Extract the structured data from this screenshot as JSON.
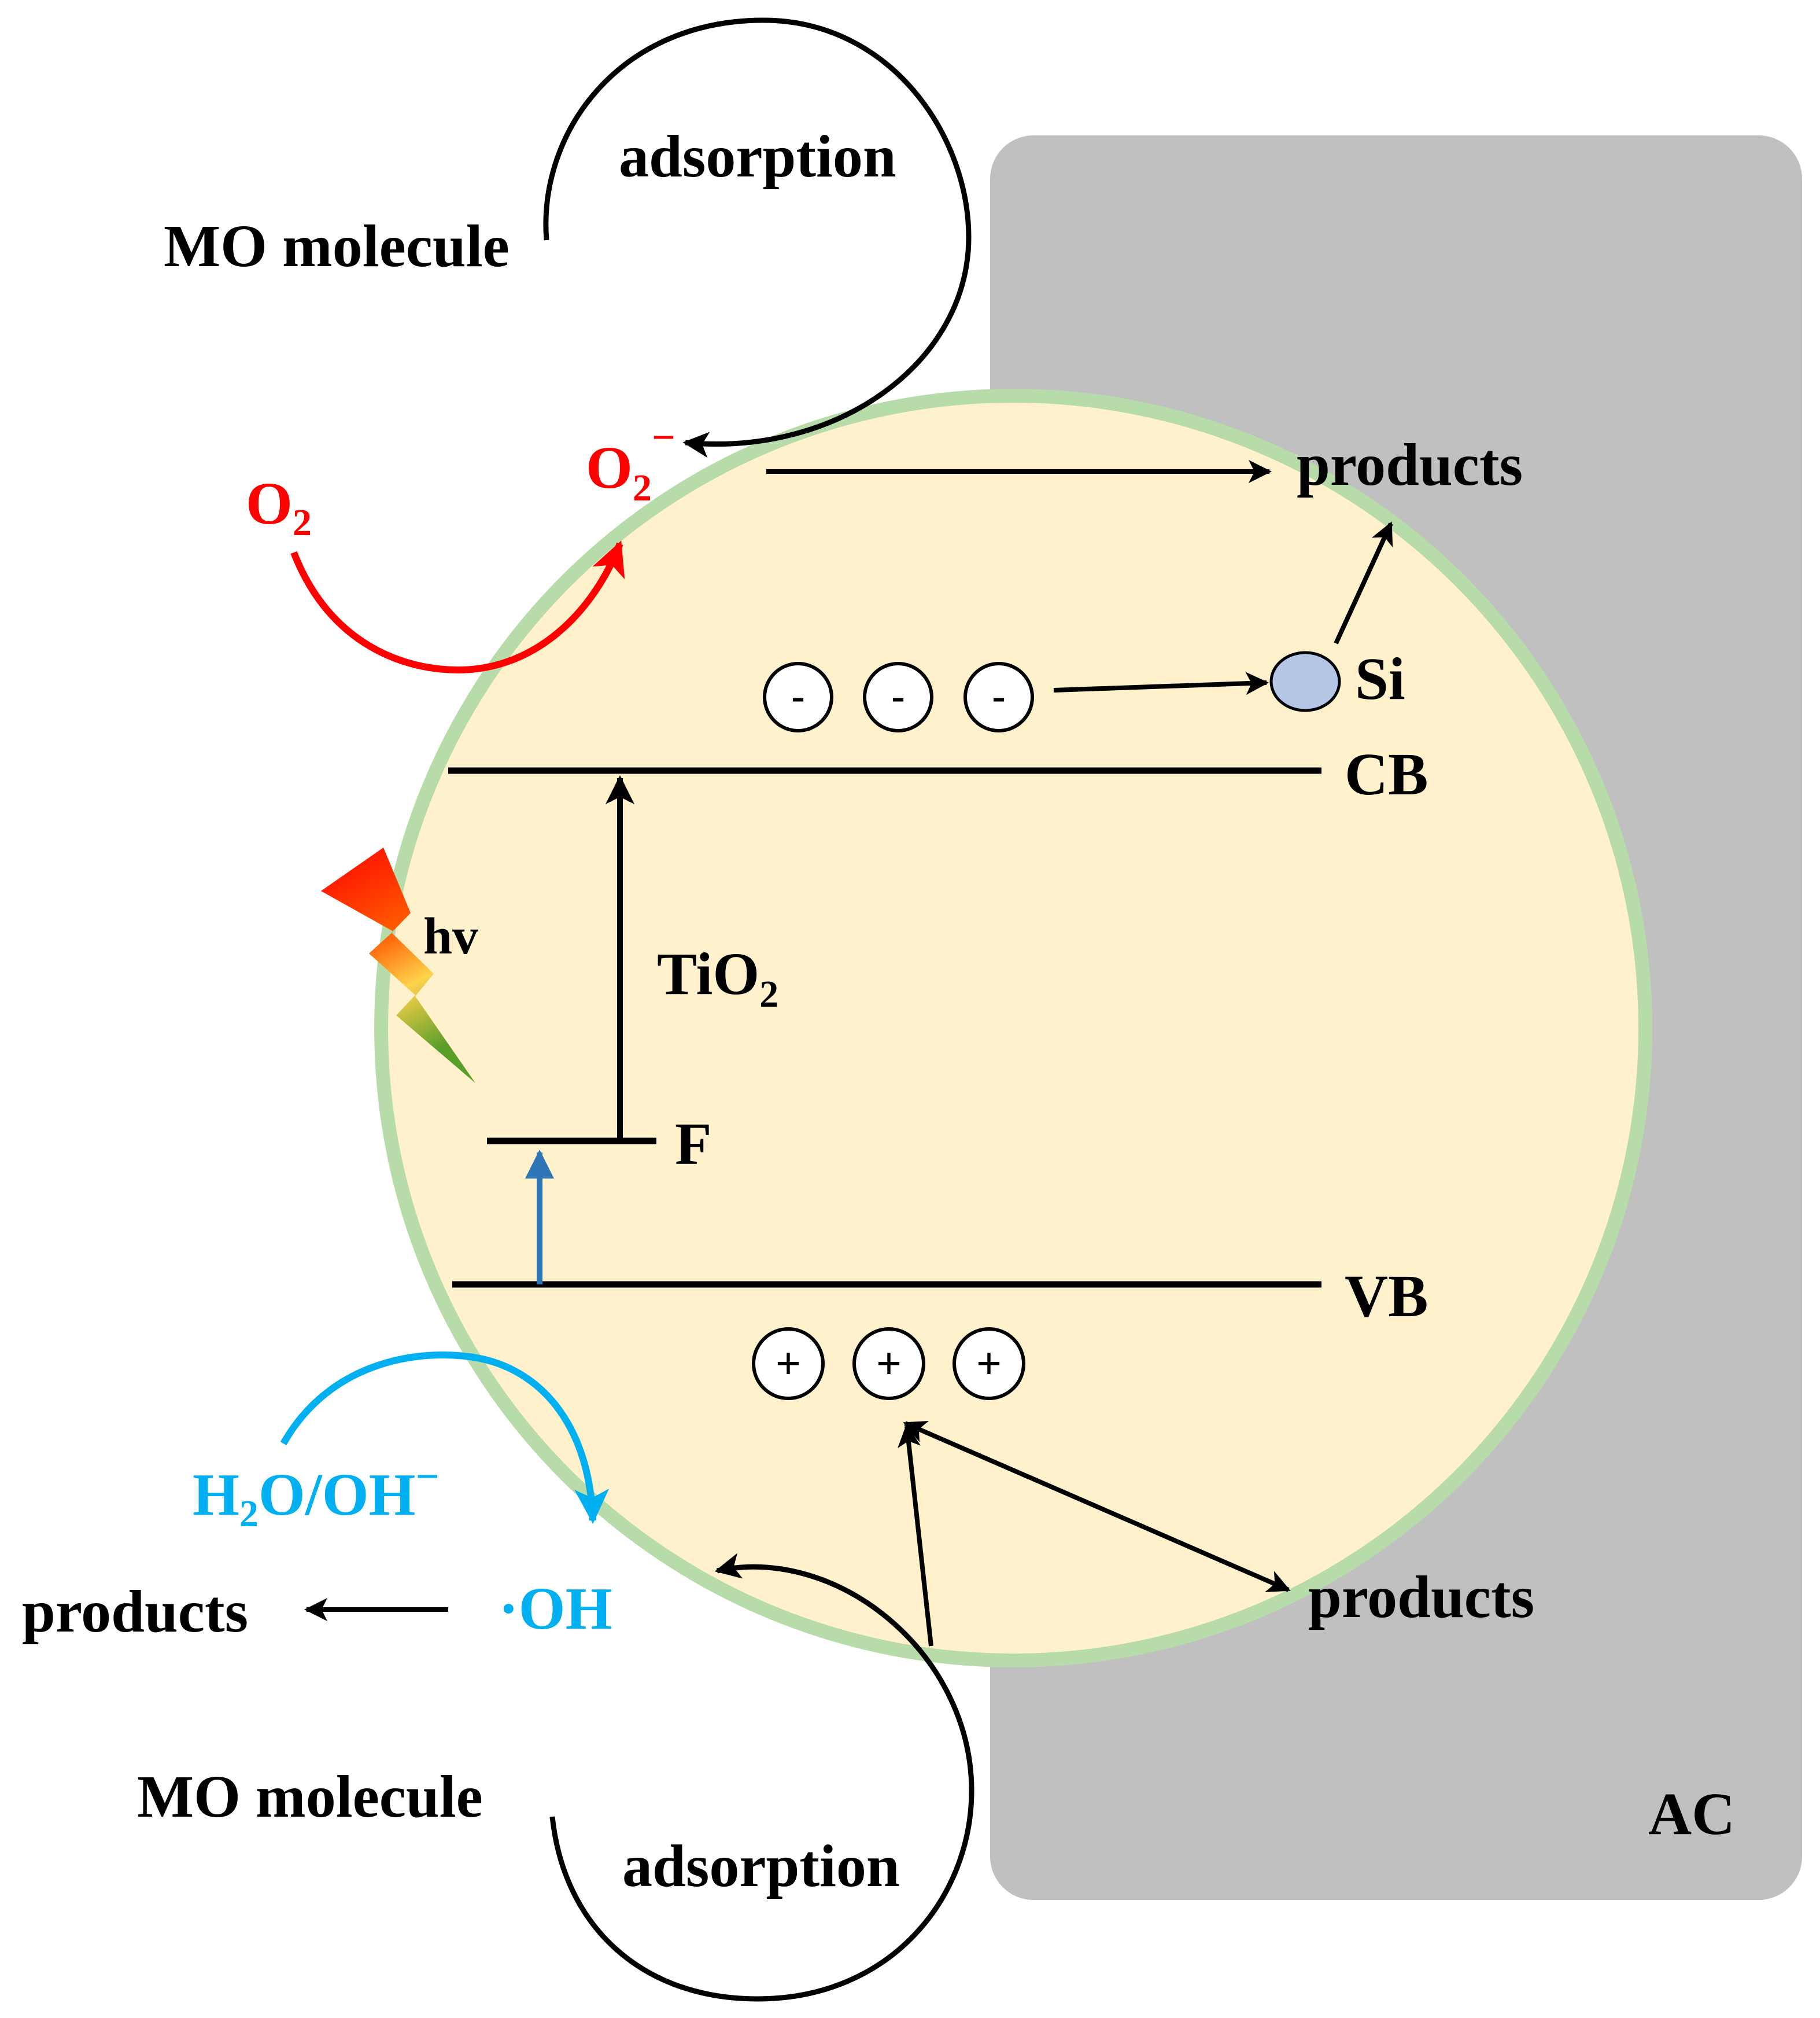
{
  "labels": {
    "mo_top": "MO molecule",
    "adsorption_top": "adsorption",
    "o2": "O",
    "o2_sub": "2",
    "o2_radical": "O",
    "o2_radical_sub": "2",
    "o2_radical_sup": "−",
    "products_top": "products",
    "si": "Si",
    "cb": "CB",
    "hv": "hv",
    "tio2": "TiO",
    "tio2_sub": "2",
    "f": "F",
    "vb": "VB",
    "h2o_h": "H",
    "h2o_sub": "2",
    "h2o_rest": "O/OH",
    "h2o_sup": "−",
    "oh_radical": "·OH",
    "products_left": "products",
    "products_right": "products",
    "mo_bottom": "MO molecule",
    "adsorption_bottom": "adsorption",
    "ac": "AC"
  },
  "electrons": [
    "-",
    "-",
    "-"
  ],
  "holes": [
    "+",
    "+",
    "+"
  ],
  "colors": {
    "ac_fill": "#c0c0c0",
    "particle_fill": "#fff1cc",
    "particle_stroke": "#b7dcaa",
    "red": "#ff0000",
    "cyan": "#00b0f0",
    "blue_arrow": "#2e75b6",
    "si_fill": "#b4c7e7"
  }
}
